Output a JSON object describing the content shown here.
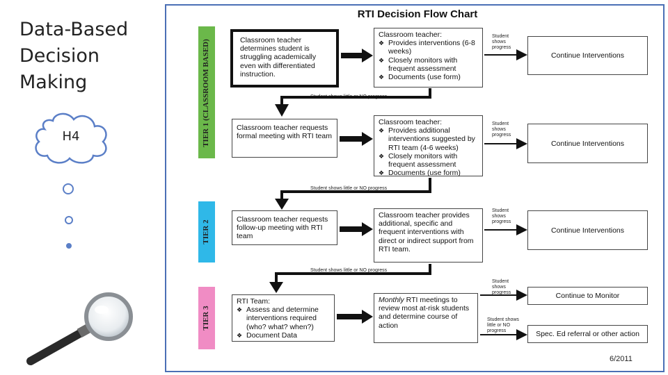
{
  "slide": {
    "title_lines": [
      "Data-Based",
      "Decision",
      "Making"
    ],
    "cloud_label": "H4"
  },
  "chart": {
    "title": "RTI Decision Flow Chart",
    "footer": "6/2011",
    "tiers": [
      {
        "label": "TIER 1 (CLASSROOM BASED)",
        "color": "#6bb84a"
      },
      {
        "label": "TIER 2",
        "color": "#2fb8e8"
      },
      {
        "label": "TIER 3",
        "color": "#f08cc4"
      }
    ],
    "left_boxes": [
      "Classroom teacher determines student is struggling academically even with differentiated instruction.",
      "Classroom teacher requests formal meeting with RTI team",
      "Classroom teacher requests follow-up meeting with RTI team",
      "RTI Team:"
    ],
    "tier3_left_items": [
      "Assess and determine interventions required (who? what? when?)",
      "Document Data"
    ],
    "mid_boxes": {
      "b1_head": "Classroom teacher:",
      "b1_items": [
        "Provides interventions (6-8 weeks)",
        "Closely monitors with frequent assessment",
        "Documents (use form)"
      ],
      "b2_head": "Classroom teacher:",
      "b2_items": [
        "Provides additional interventions suggested by RTI team (4-6 weeks)",
        "Closely monitors with frequent assessment",
        "Documents (use form)"
      ],
      "b3": "Classroom teacher provides additional, specific and frequent interventions with direct or indirect support from RTI team.",
      "b4_em": "Monthly",
      "b4_rest": " RTI meetings to review most at-risk students and determine course of action"
    },
    "results": [
      "Continue Interventions",
      "Continue Interventions",
      "Continue Interventions",
      "Continue to Monitor",
      "Spec. Ed referral or other action"
    ],
    "arrow_notes": {
      "progress": "Student shows progress",
      "little_progress": "Student shows little or NO progress",
      "down_note": "Student shows little or NO progress"
    }
  }
}
